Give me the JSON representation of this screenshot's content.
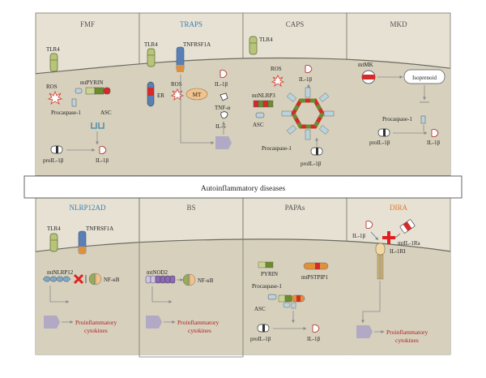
{
  "colors": {
    "panel_fill": "#e6e1d3",
    "panel_stroke": "#7a7a6e",
    "cell_fill": "#d6d0bd",
    "membrane": "#6b6b60",
    "title_grey": "#555555",
    "title_blue": "#3d7fb2",
    "title_orange": "#e07a2a",
    "cytokine_red": "#b02020",
    "receptor_green": "#9aaa58",
    "receptor_blue": "#5a7fb5",
    "pyrin_green": "#6d8b2f",
    "pyrin_red": "#d42a2a",
    "nucleus": "#a99fc6",
    "ros_red": "#d9473a",
    "mt_orange": "#f0c28c"
  },
  "banner": "Autoinflammatory diseases",
  "panels": {
    "fmf": {
      "title": "FMF",
      "tlr4": "TLR4",
      "ros": "ROS",
      "mtpyrin": "mtPYRIN",
      "procaspase": "Procaspase-1",
      "asc": "ASC",
      "proil": "proIL-1β",
      "il": "IL-1β"
    },
    "traps": {
      "title": "TRAPS",
      "tlr4": "TLR4",
      "tnfrsf1a": "TNFRSF1A",
      "er": "ER",
      "ros": "ROS",
      "mt": "MT",
      "il": "IL-1β",
      "tnf": "TNF-α",
      "il6": "IL-6"
    },
    "caps": {
      "title": "CAPS",
      "tlr4": "TLR4",
      "ros": "ROS",
      "il": "IL-1β",
      "mtnlrp3": "mtNLRP3",
      "asc": "ASC",
      "procaspase": "Procaspase-1",
      "proil": "proIL-1β"
    },
    "mkd": {
      "title": "MKD",
      "mtmk": "mtMK",
      "isoprenoid": "Isoprenoid",
      "procaspase": "Procaspase-1",
      "proil": "proIL-1β",
      "il": "IL-1β"
    },
    "nlrp12ad": {
      "title": "NLRP12AD",
      "tlr4": "TLR4",
      "tnfrsf1a": "TNFRSF1A",
      "mtnlrp12": "mtNLRP12",
      "nfkb": "NF-κB",
      "proinflammatory": "Proinflammatory",
      "cytokines": "cytokines"
    },
    "bs": {
      "title": "BS",
      "mtnod2": "mtNOD2",
      "nfkb": "NF-κB",
      "proinflammatory": "Proinflammatory",
      "cytokines": "cytokines"
    },
    "papas": {
      "title": "PAPAs",
      "pyrin": "PYRIN",
      "mtpstpip1": "mtPSTPIP1",
      "procaspase": "Procaspase-1",
      "asc": "ASC",
      "proil": "proIL-1β",
      "il": "IL-1β"
    },
    "dira": {
      "title": "DIRA",
      "il": "IL-1β",
      "mtil1ra": "mtIL-1Ra",
      "il1ri": "IL-1RI",
      "proinflammatory": "Proinflammatory",
      "cytokines": "cytokines"
    }
  }
}
